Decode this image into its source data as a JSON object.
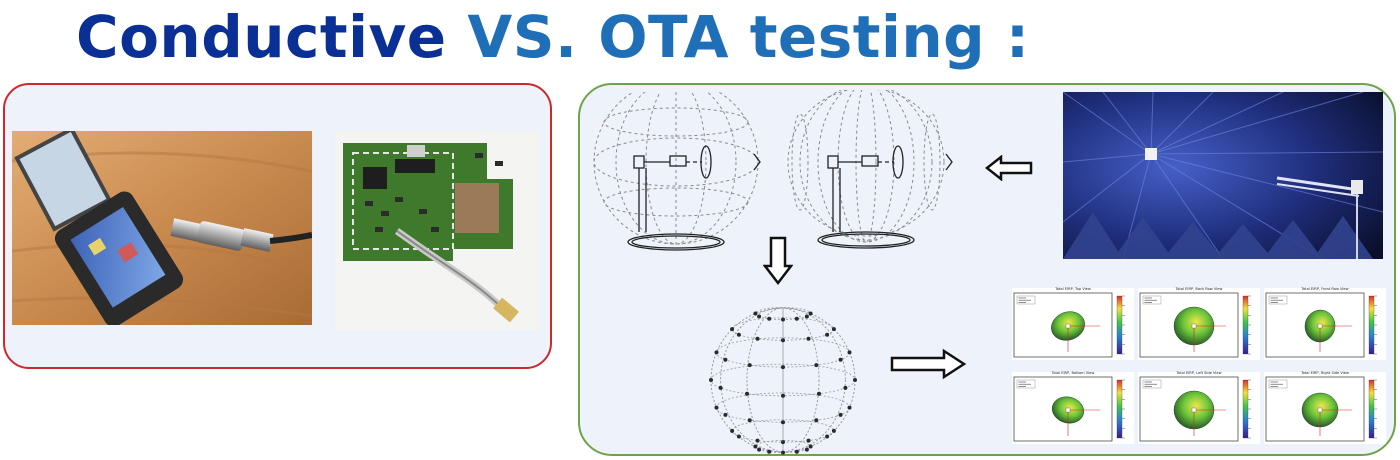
{
  "title": {
    "part1": "Conductive",
    "part2": "VS. OTA testing :"
  },
  "colors": {
    "title_dark": "#0a2f95",
    "title_light": "#1f6fb8",
    "left_border": "#cc2a2a",
    "right_border": "#6ea34b",
    "panel_bg": "#eef3fb"
  },
  "icons": {
    "arrow_left": "hollow-arrow-left",
    "arrow_down": "hollow-arrow-down",
    "arrow_right": "hollow-arrow-right"
  },
  "plots": [
    {
      "title": "Total EIRP, Top View"
    },
    {
      "title": "Total EIRP, Back Row View"
    },
    {
      "title": "Total EIRP, Front Row View"
    },
    {
      "title": "Total EIRP, Bottom View"
    },
    {
      "title": "Total EIRP, Left Side View"
    },
    {
      "title": "Total EIRP, Right Side View"
    }
  ]
}
